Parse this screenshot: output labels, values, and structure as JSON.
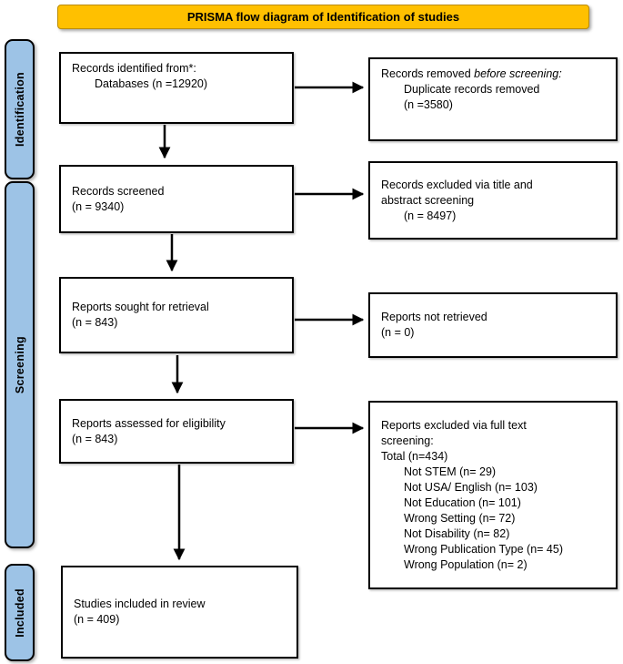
{
  "title": {
    "text": "PRISMA flow diagram of Identification of studies"
  },
  "colors": {
    "title_bg": "#FFC000",
    "title_border": "#BC8C00",
    "stage_fill": "#9DC3E6",
    "box_border": "#000000",
    "arrow": "#000000"
  },
  "stages": [
    {
      "id": "identification",
      "label": "Identification"
    },
    {
      "id": "screening",
      "label": "Screening"
    },
    {
      "id": "included",
      "label": "Included"
    }
  ],
  "flow": {
    "left": [
      {
        "id": "records-identified",
        "lines": [
          {
            "indent": 0,
            "segments": [
              {
                "text": "Records identified from*:"
              }
            ]
          },
          {
            "indent": 1,
            "segments": [
              {
                "text": "Databases (n =12920)"
              }
            ]
          }
        ]
      },
      {
        "id": "records-screened",
        "lines": [
          {
            "indent": 0,
            "segments": [
              {
                "text": "Records screened"
              }
            ]
          },
          {
            "indent": 0,
            "segments": [
              {
                "text": "(n = 9340)"
              }
            ]
          }
        ]
      },
      {
        "id": "reports-sought",
        "lines": [
          {
            "indent": 0,
            "segments": [
              {
                "text": "Reports sought for retrieval"
              }
            ]
          },
          {
            "indent": 0,
            "segments": [
              {
                "text": "(n = 843)"
              }
            ]
          }
        ]
      },
      {
        "id": "reports-assessed",
        "lines": [
          {
            "indent": 0,
            "segments": [
              {
                "text": "Reports assessed for eligibility"
              }
            ]
          },
          {
            "indent": 0,
            "segments": [
              {
                "text": "(n = 843)"
              }
            ]
          }
        ]
      },
      {
        "id": "studies-included",
        "lines": [
          {
            "indent": 0,
            "segments": [
              {
                "text": "Studies included in review"
              }
            ]
          },
          {
            "indent": 0,
            "segments": [
              {
                "text": "(n = 409)"
              }
            ]
          }
        ]
      }
    ],
    "right": [
      {
        "id": "records-removed",
        "lines": [
          {
            "indent": 0,
            "segments": [
              {
                "text": "Records removed "
              },
              {
                "text": "before screening:",
                "italic": true
              }
            ]
          },
          {
            "indent": 1,
            "segments": [
              {
                "text": "Duplicate records removed"
              }
            ]
          },
          {
            "indent": 1,
            "segments": [
              {
                "text": "(n =3580)"
              }
            ]
          }
        ]
      },
      {
        "id": "records-excluded-title-abstract",
        "lines": [
          {
            "indent": 0,
            "segments": [
              {
                "text": "Records excluded via title and"
              }
            ]
          },
          {
            "indent": 0,
            "segments": [
              {
                "text": "abstract screening"
              }
            ]
          },
          {
            "indent": 1,
            "segments": [
              {
                "text": "(n = 8497)"
              }
            ]
          }
        ]
      },
      {
        "id": "reports-not-retrieved",
        "lines": [
          {
            "indent": 0,
            "segments": [
              {
                "text": "Reports not retrieved"
              }
            ]
          },
          {
            "indent": 0,
            "segments": [
              {
                "text": "(n = 0)"
              }
            ]
          }
        ]
      },
      {
        "id": "reports-excluded-fulltext",
        "lines": [
          {
            "indent": 0,
            "segments": [
              {
                "text": "Reports excluded via full text"
              }
            ]
          },
          {
            "indent": 0,
            "segments": [
              {
                "text": "screening:"
              }
            ]
          },
          {
            "indent": 0,
            "segments": [
              {
                "text": "Total (n=434)"
              }
            ]
          },
          {
            "indent": 1,
            "segments": [
              {
                "text": "Not STEM (n= 29)"
              }
            ]
          },
          {
            "indent": 1,
            "segments": [
              {
                "text": "Not USA/ English (n= 103)"
              }
            ]
          },
          {
            "indent": 1,
            "segments": [
              {
                "text": "Not Education (n= 101)"
              }
            ]
          },
          {
            "indent": 1,
            "segments": [
              {
                "text": "Wrong Setting (n= 72)"
              }
            ]
          },
          {
            "indent": 1,
            "segments": [
              {
                "text": "Not Disability (n= 82)"
              }
            ]
          },
          {
            "indent": 1,
            "segments": [
              {
                "text": "Wrong Publication Type (n= 45)"
              }
            ]
          },
          {
            "indent": 1,
            "segments": [
              {
                "text": "Wrong Population (n= 2)"
              }
            ]
          }
        ]
      }
    ]
  }
}
